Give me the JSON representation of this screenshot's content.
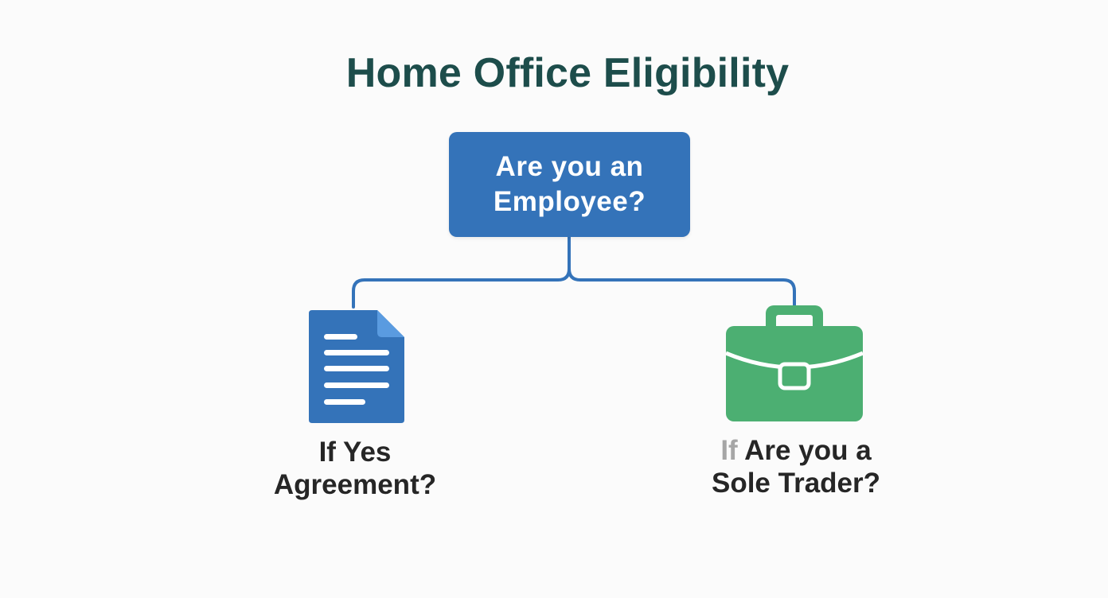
{
  "title": "Home Office Eligibility",
  "question": {
    "line1": "Are you an",
    "line2": "Employee?"
  },
  "left_branch": {
    "icon": "document-icon",
    "line1": "If Yes",
    "line2": "Agreement?"
  },
  "right_branch": {
    "icon": "briefcase-icon",
    "prefix": "If",
    "line1": "Are you a",
    "line2": "Sole Trader?"
  },
  "colors": {
    "title": "#1d4d4b",
    "question_box": "#3473b9",
    "connector": "#3473b9",
    "document": "#3473b9",
    "briefcase": "#4caf72",
    "label": "#262626"
  }
}
